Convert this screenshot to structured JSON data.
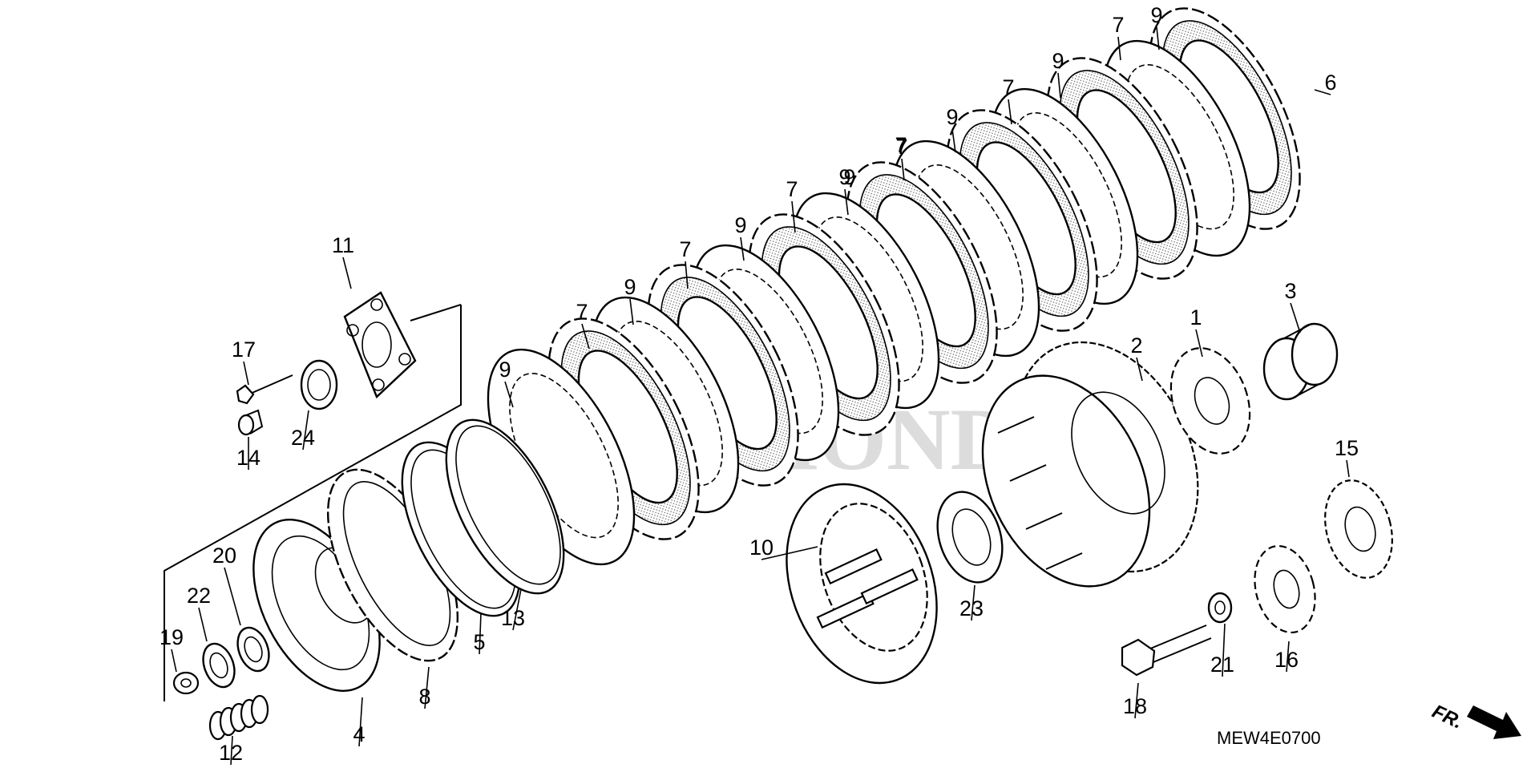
{
  "diagram": {
    "drawing_code": "MEW4E0700",
    "direction_label": "FR.",
    "watermark_text": "HONDA",
    "callouts": [
      {
        "id": "c1",
        "text": "1"
      },
      {
        "id": "c2",
        "text": "2"
      },
      {
        "id": "c3",
        "text": "3"
      },
      {
        "id": "c4",
        "text": "4"
      },
      {
        "id": "c5",
        "text": "5"
      },
      {
        "id": "c6",
        "text": "6"
      },
      {
        "id": "c7a",
        "text": "7"
      },
      {
        "id": "c7b",
        "text": "7"
      },
      {
        "id": "c7c",
        "text": "7"
      },
      {
        "id": "c7d",
        "text": "7"
      },
      {
        "id": "c7e",
        "text": "7"
      },
      {
        "id": "c7f",
        "text": "7"
      },
      {
        "id": "c7g",
        "text": "7"
      },
      {
        "id": "c8",
        "text": "8"
      },
      {
        "id": "c9a",
        "text": "9"
      },
      {
        "id": "c9b",
        "text": "9"
      },
      {
        "id": "c9c",
        "text": "9"
      },
      {
        "id": "c9d",
        "text": "9"
      },
      {
        "id": "c9e",
        "text": "9"
      },
      {
        "id": "c9f",
        "text": "9"
      },
      {
        "id": "c9g",
        "text": "9"
      },
      {
        "id": "c9h",
        "text": "9"
      },
      {
        "id": "c10",
        "text": "10"
      },
      {
        "id": "c11",
        "text": "11"
      },
      {
        "id": "c12",
        "text": "12"
      },
      {
        "id": "c13",
        "text": "13"
      },
      {
        "id": "c14",
        "text": "14"
      },
      {
        "id": "c15",
        "text": "15"
      },
      {
        "id": "c16",
        "text": "16"
      },
      {
        "id": "c17",
        "text": "17"
      },
      {
        "id": "c18",
        "text": "18"
      },
      {
        "id": "c19",
        "text": "19"
      },
      {
        "id": "c20",
        "text": "20"
      },
      {
        "id": "c21",
        "text": "21"
      },
      {
        "id": "c22",
        "text": "22"
      },
      {
        "id": "c23",
        "text": "23"
      },
      {
        "id": "c24",
        "text": "24"
      }
    ]
  }
}
